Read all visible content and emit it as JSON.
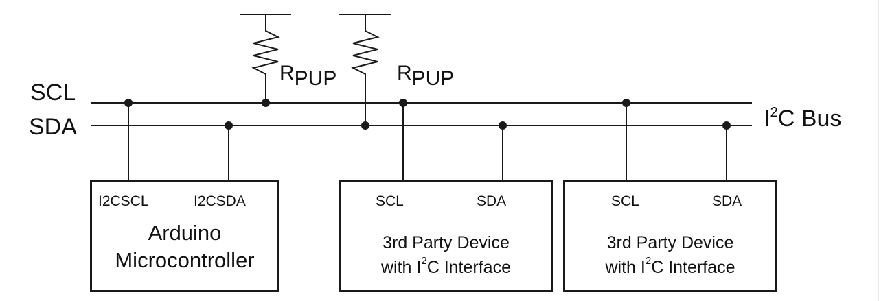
{
  "bus": {
    "name_prefix": "I",
    "name_sup": "2",
    "name_suffix": "C Bus",
    "lines": [
      {
        "id": "scl",
        "label": "SCL"
      },
      {
        "id": "sda",
        "label": "SDA"
      }
    ]
  },
  "pullups": [
    {
      "label_main": "R",
      "label_sub": "PUP",
      "connects_to": "SCL"
    },
    {
      "label_main": "R",
      "label_sub": "PUP",
      "connects_to": "SDA"
    }
  ],
  "devices": [
    {
      "pin_left": "I2CSCL",
      "pin_right": "I2CSDA",
      "title_line1": "Arduino",
      "title_line2": "Microcontroller"
    },
    {
      "pin_left": "SCL",
      "pin_right": "SDA",
      "title_line1": "3rd Party Device",
      "title_line2_prefix": "with I",
      "title_line2_sup": "2",
      "title_line2_suffix": "C Interface"
    },
    {
      "pin_left": "SCL",
      "pin_right": "SDA",
      "title_line1": "3rd Party Device",
      "title_line2_prefix": "with I",
      "title_line2_sup": "2",
      "title_line2_suffix": "C Interface"
    }
  ],
  "colors": {
    "stroke": "#1a1a1a",
    "background": "#ffffff"
  }
}
